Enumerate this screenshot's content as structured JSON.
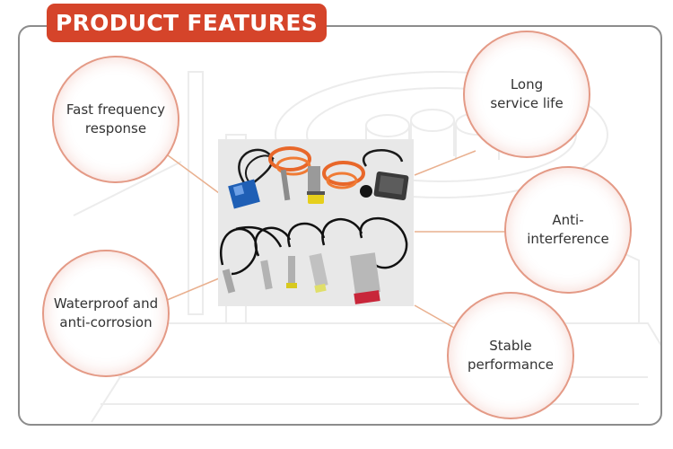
{
  "title": "PRODUCT FEATURES",
  "features": [
    {
      "label": "Fast frequency\nresponse"
    },
    {
      "label": "Long\nservice life"
    },
    {
      "label": "Anti-\ninterference"
    },
    {
      "label": "Waterproof and\nanti-corrosion"
    },
    {
      "label": "Stable\nperformance"
    }
  ],
  "colors": {
    "accent": "#d5442a",
    "circle_border": "#e49a86",
    "frame_border": "#8c8c8c",
    "text": "#333333"
  },
  "product_photo": {
    "sensors": [
      "blue-square-sensor",
      "orange-cable-sensors",
      "yellow-cap-sensor",
      "flat-black-sensor",
      "black-cable-sensors",
      "red-cap-sensor"
    ]
  }
}
